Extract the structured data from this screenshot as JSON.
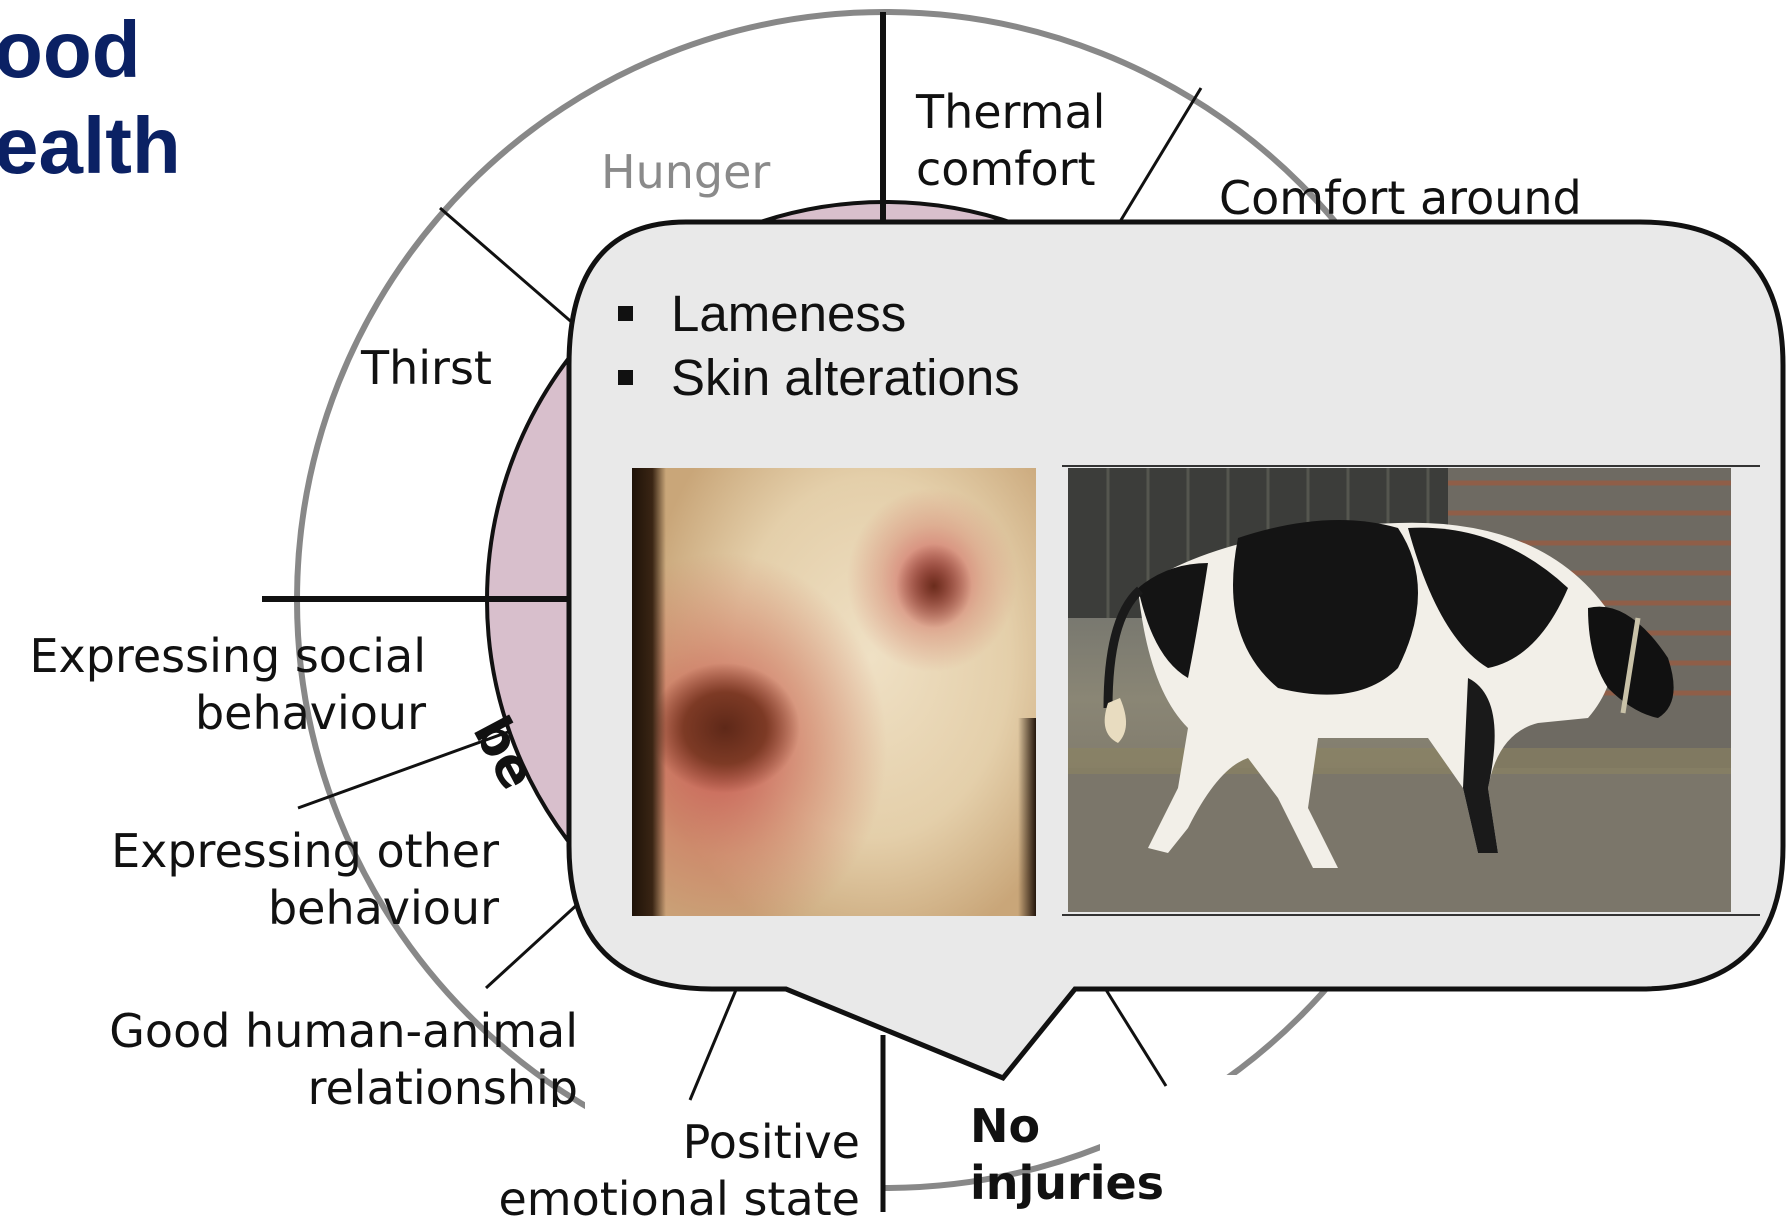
{
  "title": {
    "line1": "ood",
    "line2": "ealth"
  },
  "wheel": {
    "segments": {
      "hunger": "Hunger",
      "thermal_comfort": [
        "Thermal",
        "comfort"
      ],
      "comfort_around": "Comfort around",
      "thirst": "Thirst",
      "expressing_social_behaviour": [
        "Expressing social",
        "behaviour"
      ],
      "expressing_other_behaviour": [
        "Expressing other",
        "behaviour"
      ],
      "good_human_animal_relationship": [
        "Good human-animal",
        "relationship"
      ],
      "positive_emotional_state": [
        "Positive",
        "emotional state"
      ],
      "no_injuries": [
        "No",
        "injuries"
      ]
    },
    "inner_ring_fragment": "be"
  },
  "callout": {
    "bullets": [
      "Lameness",
      "Skin alterations"
    ],
    "photos": [
      {
        "name": "skin-lesion-photo"
      },
      {
        "name": "lame-cow-photo"
      }
    ]
  },
  "colors": {
    "title": "#0b2164",
    "outer_ring": "#888888",
    "inner_ring_fill": "#d8bfcc",
    "callout_fill": "#e9e9e9",
    "hunger_label": "#8a8a8a"
  }
}
